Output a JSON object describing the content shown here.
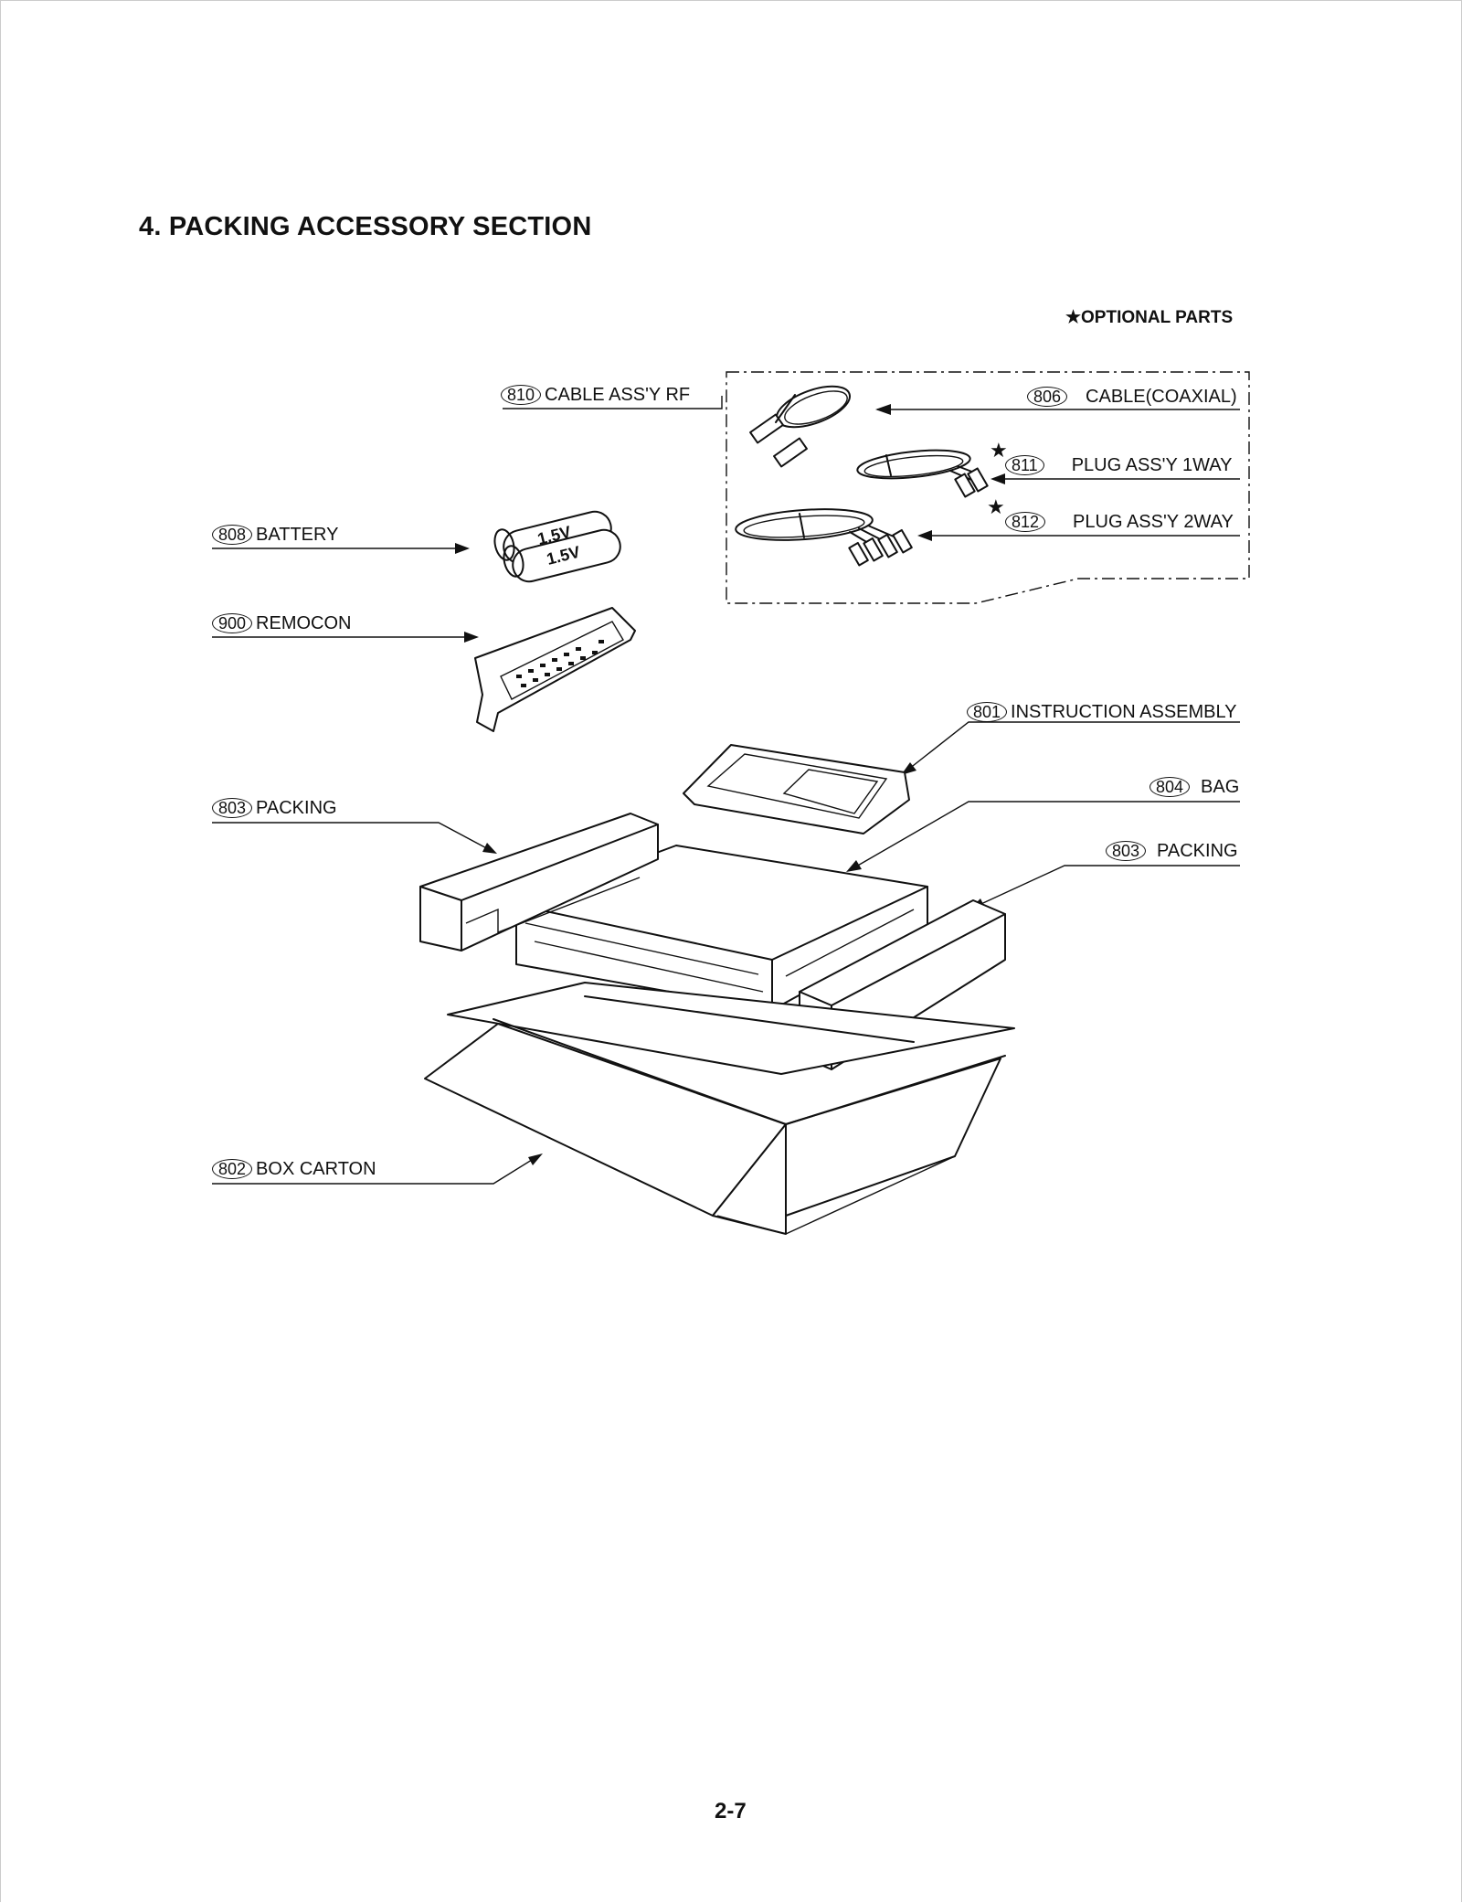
{
  "page": {
    "title": "4. PACKING ACCESSORY SECTION",
    "optional_note": "★OPTIONAL PARTS",
    "page_number": "2-7"
  },
  "parts": [
    {
      "num": "810",
      "label": "CABLE ASS'Y RF"
    },
    {
      "num": "806",
      "label": "CABLE(COAXIAL)"
    },
    {
      "num": "811",
      "label": "PLUG ASS'Y 1WAY",
      "optional": true
    },
    {
      "num": "812",
      "label": "PLUG ASS'Y 2WAY",
      "optional": true
    },
    {
      "num": "808",
      "label": "BATTERY"
    },
    {
      "num": "900",
      "label": "REMOCON"
    },
    {
      "num": "801",
      "label": "INSTRUCTION ASSEMBLY"
    },
    {
      "num": "804",
      "label": "BAG"
    },
    {
      "num": "803",
      "label": "PACKING"
    },
    {
      "num": "803",
      "label": "PACKING"
    },
    {
      "num": "802",
      "label": "BOX CARTON"
    }
  ],
  "battery_text": [
    "1.5V",
    "1.5V"
  ],
  "star_symbol": "★"
}
